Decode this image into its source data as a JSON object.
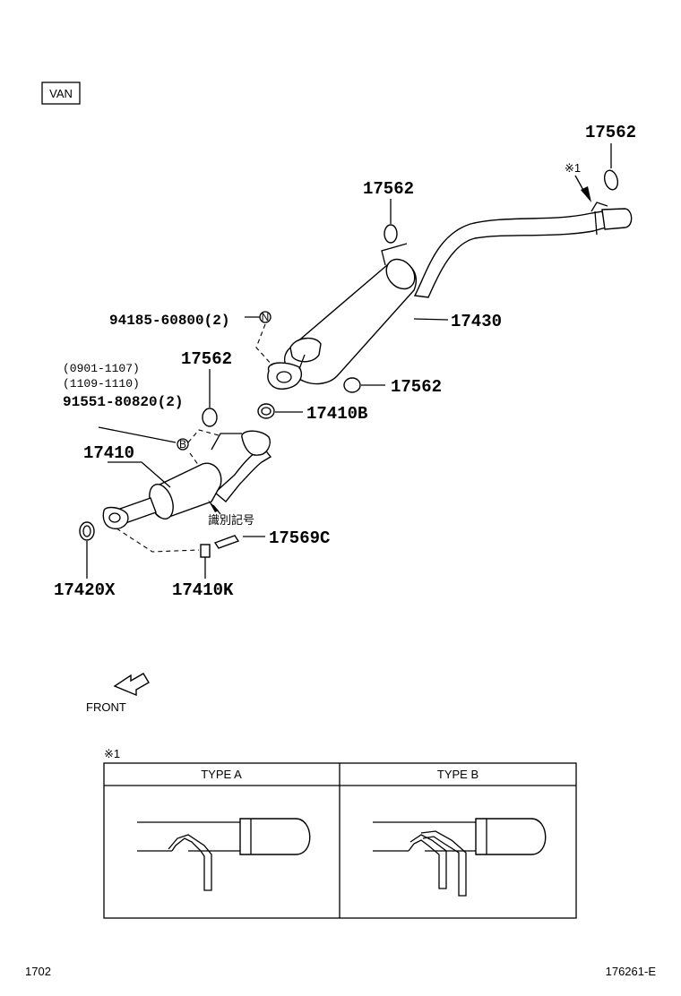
{
  "badge": "VAN",
  "parts": {
    "p17562_top_right": "17562",
    "p17562_mid": "17562",
    "p17562_right": "17562",
    "p17562_left": "17562",
    "p94185": "94185-60800(2)",
    "p17430": "17430",
    "p17410B": "17410B",
    "p17410": "17410",
    "p17569C": "17569C",
    "p17420X": "17420X",
    "p17410K": "17410K",
    "p91551": "91551-80820(2)"
  },
  "dates": [
    "(0901-1107)",
    "(1109-1110)"
  ],
  "callouts": {
    "N": "N",
    "B": "B",
    "note_ref": "※1",
    "id_mark": "識別記号"
  },
  "front_label": "FRONT",
  "detail": {
    "ref": "※1",
    "type_a": "TYPE A",
    "type_b": "TYPE B"
  },
  "footer": {
    "left": "1702",
    "right": "176261-E"
  }
}
